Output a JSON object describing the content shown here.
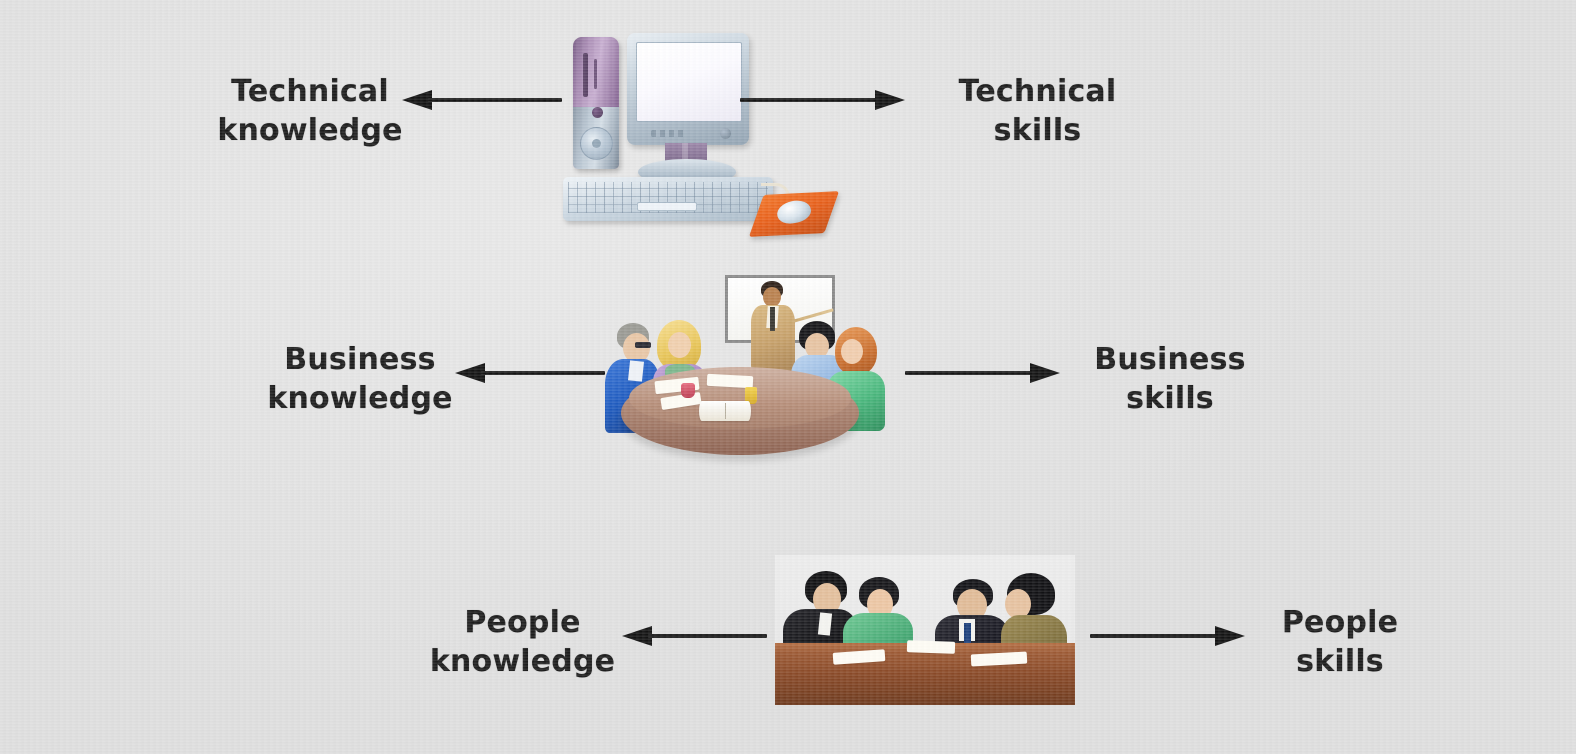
{
  "diagram": {
    "title": "Knowledge and skills triad",
    "background_color": "#e4e4e4",
    "arrow_color": "#141414",
    "text_color": "#1d1d1d",
    "rows": [
      {
        "id": "technical",
        "left_label": "Technical\nknowledge",
        "right_label": "Technical\nskills",
        "image_name": "desktop-computer-illustration",
        "image_caption": "Desktop computer with purple tower, monitor, keyboard, mouse on orange mousepad"
      },
      {
        "id": "business",
        "left_label": "Business\nknowledge",
        "right_label": "Business\nskills",
        "image_name": "business-meeting-illustration",
        "image_caption": "Presenter at whiteboard with people seated around an oval conference table"
      },
      {
        "id": "people",
        "left_label": "People\nknowledge",
        "right_label": "People\nskills",
        "image_name": "people-discussion-illustration",
        "image_caption": "Four people in discussion around a brown table with papers"
      }
    ],
    "arrows": {
      "left_arrow_name": "arrow-pointing-left",
      "right_arrow_name": "arrow-pointing-right"
    },
    "palette": {
      "tower_purple": "#a98cb4",
      "monitor_gray": "#c6d2dc",
      "mousepad_orange": "#e8611c",
      "business_table_brown": "#b68e79",
      "people_table_brown": "#8a4a28",
      "presenter_suit_tan": "#c6a06a",
      "blue_blazer": "#1f5bbf",
      "green_top": "#49b67c"
    }
  }
}
